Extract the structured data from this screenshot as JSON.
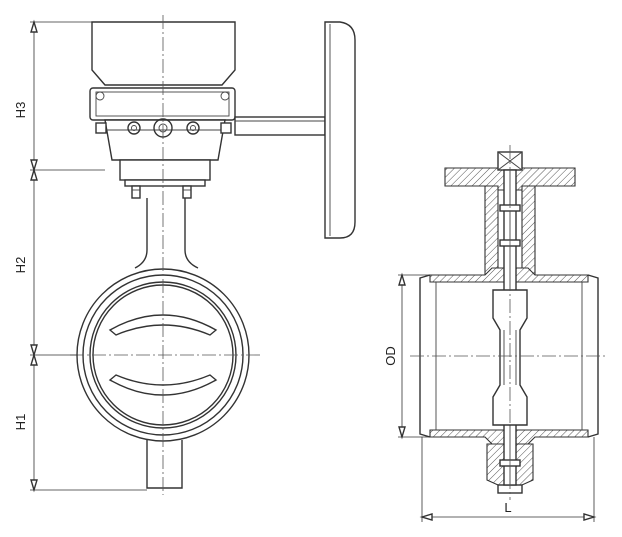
{
  "labels": {
    "h3": "H3",
    "h2": "H2",
    "h1": "H1",
    "od": "OD",
    "l": "L"
  },
  "colors": {
    "line": "#333333",
    "background": "#ffffff"
  }
}
